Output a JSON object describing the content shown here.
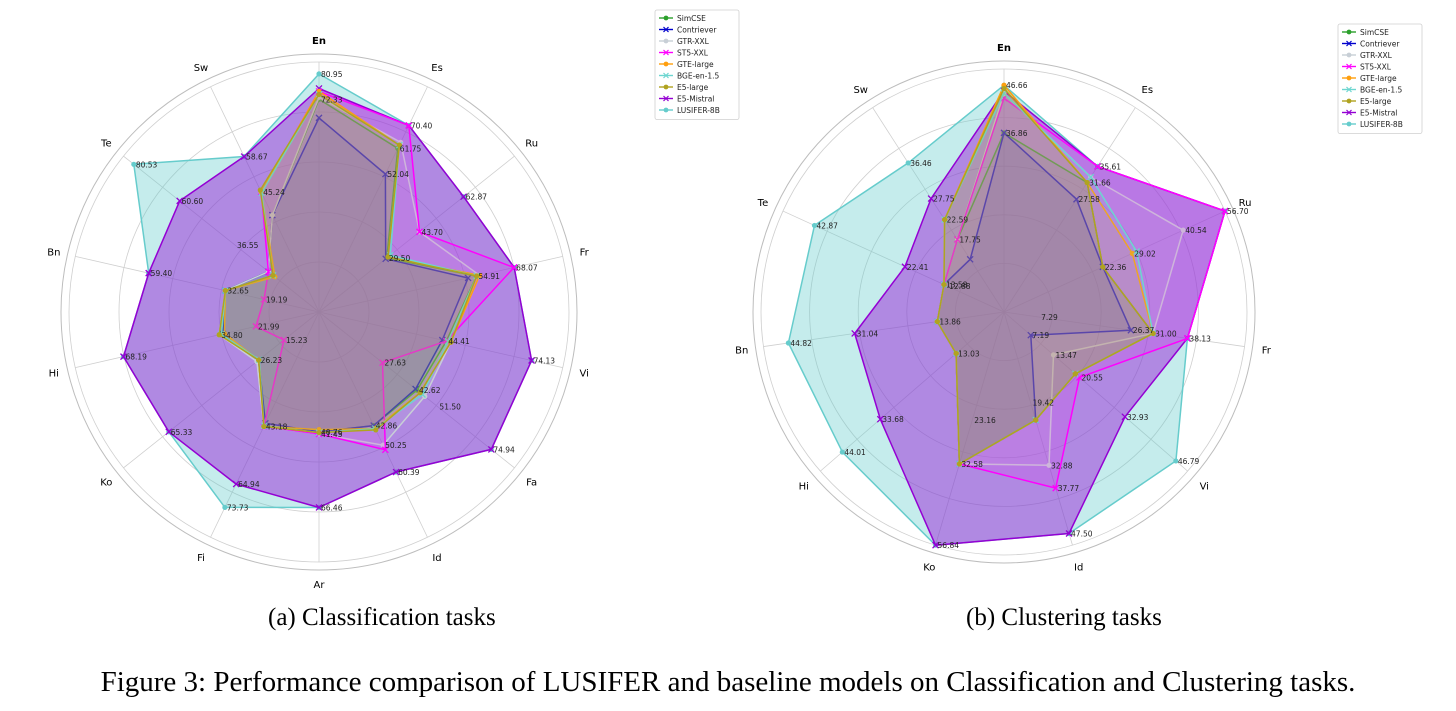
{
  "figure_caption": "Figure 3: Performance comparison of LUSIFER and baseline models on Classification and Clustering tasks.",
  "models": [
    {
      "name": "SimCSE",
      "color": "#2ca02c",
      "marker": "circle"
    },
    {
      "name": "Contriever",
      "color": "#0000cc",
      "marker": "x"
    },
    {
      "name": "GTR-XXL",
      "color": "#c8cfd6",
      "marker": "circle"
    },
    {
      "name": "ST5-XXL",
      "color": "#ff00ff",
      "marker": "x"
    },
    {
      "name": "GTE-large",
      "color": "#ff9f0e",
      "marker": "circle"
    },
    {
      "name": "BGE-en-1.5",
      "color": "#6dd6d0",
      "marker": "x"
    },
    {
      "name": "E5-large",
      "color": "#b0a320",
      "marker": "circle"
    },
    {
      "name": "E5-Mistral",
      "color": "#9400d3",
      "marker": "x"
    },
    {
      "name": "LUSIFER-8B",
      "color": "#66cccc",
      "marker": "circle"
    }
  ],
  "chart_data": [
    {
      "type": "radar",
      "title": "(a) Classification tasks",
      "categories": [
        "En",
        "Es",
        "Ru",
        "Fr",
        "Vi",
        "Fa",
        "Id",
        "Ar",
        "Fi",
        "Ko",
        "Hi",
        "Bn",
        "Te",
        "Sw"
      ],
      "rmax": 85,
      "grid_rings": 5,
      "series": [
        {
          "name": "SimCSE",
          "values": [
            72.33,
            61.75,
            29.5,
            54.91,
            44.41,
            42.62,
            42.86,
            40.76,
            43.18,
            26.23,
            34.8,
            32.65,
            21.99,
            36.55
          ]
        },
        {
          "name": "Contriever",
          "values": [
            66.0,
            52.04,
            29.0,
            52.0,
            43.0,
            42.0,
            42.86,
            40.76,
            42.0,
            26.23,
            33.5,
            32.65,
            21.99,
            36.55
          ]
        },
        {
          "name": "GTR-XXL",
          "values": [
            73.0,
            64.0,
            43.7,
            56.0,
            46.0,
            46.0,
            50.25,
            41.45,
            43.18,
            27.0,
            34.8,
            32.65,
            21.99,
            36.55
          ]
        },
        {
          "name": "ST5-XXL",
          "values": [
            75.0,
            70.4,
            43.7,
            68.0,
            44.41,
            27.63,
            52.0,
            41.45,
            43.18,
            15.23,
            21.99,
            19.19,
            21.99,
            45.24
          ]
        },
        {
          "name": "GTE-large",
          "values": [
            75.0,
            63.0,
            30.0,
            56.0,
            46.0,
            44.0,
            44.0,
            40.0,
            43.18,
            26.23,
            33.0,
            32.65,
            19.19,
            45.24
          ]
        },
        {
          "name": "BGE-en-1.5",
          "values": [
            74.0,
            63.0,
            31.0,
            55.0,
            45.0,
            45.0,
            44.0,
            41.0,
            43.0,
            26.0,
            34.0,
            32.65,
            20.0,
            45.0
          ]
        },
        {
          "name": "E5-large",
          "values": [
            74.0,
            63.0,
            30.0,
            55.0,
            46.0,
            44.0,
            44.5,
            41.0,
            43.18,
            26.23,
            34.8,
            32.65,
            20.0,
            46.0
          ]
        },
        {
          "name": "E5-Mistral",
          "values": [
            76.0,
            70.4,
            62.87,
            68.07,
            74.13,
            74.94,
            60.39,
            66.46,
            64.94,
            65.33,
            68.19,
            59.4,
            60.6,
            58.67
          ]
        },
        {
          "name": "LUSIFER-8B",
          "values": [
            80.95,
            70.4,
            62.87,
            68.07,
            74.13,
            74.94,
            60.39,
            66.46,
            73.73,
            65.33,
            68.19,
            59.4,
            80.53,
            58.67
          ]
        }
      ],
      "value_labels": [
        {
          "text": "80.95",
          "axis": 0,
          "r": 80.95
        },
        {
          "text": "72.33",
          "axis": 0,
          "r": 72.33
        },
        {
          "text": "70.40",
          "axis": 1,
          "r": 70.4
        },
        {
          "text": "61.75",
          "axis": 1,
          "r": 61.75
        },
        {
          "text": "52.04",
          "axis": 1,
          "r": 52.04
        },
        {
          "text": "62.87",
          "axis": 2,
          "r": 62.87
        },
        {
          "text": "43.70",
          "axis": 2,
          "r": 43.7
        },
        {
          "text": "29.50",
          "axis": 2,
          "r": 29.5
        },
        {
          "text": "68.07",
          "axis": 3,
          "r": 68.07
        },
        {
          "text": "54.91",
          "axis": 3,
          "r": 54.91
        },
        {
          "text": "74.13",
          "axis": 4,
          "r": 74.13
        },
        {
          "text": "44.41",
          "axis": 4,
          "r": 44.41
        },
        {
          "text": "74.94",
          "axis": 5,
          "r": 74.94
        },
        {
          "text": "51.50",
          "axis": 5,
          "r": 51.5
        },
        {
          "text": "42.62",
          "axis": 5,
          "r": 42.62
        },
        {
          "text": "27.63",
          "axis": 5,
          "r": 27.63
        },
        {
          "text": "60.39",
          "axis": 6,
          "r": 60.39
        },
        {
          "text": "50.25",
          "axis": 6,
          "r": 50.25
        },
        {
          "text": "42.86",
          "axis": 6,
          "r": 42.86
        },
        {
          "text": "66.46",
          "axis": 7,
          "r": 66.46
        },
        {
          "text": "41.45",
          "axis": 7,
          "r": 41.45
        },
        {
          "text": "40.76",
          "axis": 7,
          "r": 40.76
        },
        {
          "text": "73.73",
          "axis": 8,
          "r": 73.73
        },
        {
          "text": "64.94",
          "axis": 8,
          "r": 64.94
        },
        {
          "text": "43.18",
          "axis": 8,
          "r": 43.18
        },
        {
          "text": "65.33",
          "axis": 9,
          "r": 65.33
        },
        {
          "text": "26.23",
          "axis": 9,
          "r": 26.23
        },
        {
          "text": "15.23",
          "axis": 9,
          "r": 15.23
        },
        {
          "text": "68.19",
          "axis": 10,
          "r": 68.19
        },
        {
          "text": "34.80",
          "axis": 10,
          "r": 34.8
        },
        {
          "text": "21.99",
          "axis": 10,
          "r": 21.99
        },
        {
          "text": "59.40",
          "axis": 11,
          "r": 59.4
        },
        {
          "text": "32.65",
          "axis": 11,
          "r": 32.65
        },
        {
          "text": "19.19",
          "axis": 11,
          "r": 19.19
        },
        {
          "text": "80.53",
          "axis": 12,
          "r": 80.53
        },
        {
          "text": "60.60",
          "axis": 12,
          "r": 60.6
        },
        {
          "text": "36.55",
          "axis": 12,
          "r": 36.55
        },
        {
          "text": "58.67",
          "axis": 13,
          "r": 58.67
        },
        {
          "text": "45.24",
          "axis": 13,
          "r": 45.24
        }
      ]
    },
    {
      "type": "radar",
      "title": "(b) Clustering tasks",
      "categories": [
        "En",
        "Es",
        "Ru",
        "Fr",
        "Vi",
        "Id",
        "Ko",
        "Hi",
        "Bn",
        "Te",
        "Sw"
      ],
      "rmax": 50,
      "grid_rings": 5,
      "series": [
        {
          "name": "SimCSE",
          "values": [
            36.86,
            31.66,
            22.36,
            31.0,
            19.42,
            23.16,
            32.58,
            13.03,
            13.86,
            13.58,
            17.75
          ]
        },
        {
          "name": "Contriever",
          "values": [
            36.86,
            27.58,
            22.36,
            26.37,
            7.29,
            23.16,
            32.58,
            13.03,
            13.86,
            13.58,
            12.88
          ]
        },
        {
          "name": "GTR-XXL",
          "values": [
            45.0,
            33.0,
            40.54,
            31.0,
            13.47,
            32.88,
            32.58,
            13.03,
            13.86,
            13.58,
            17.75
          ]
        },
        {
          "name": "ST5-XXL",
          "values": [
            44.0,
            35.61,
            56.7,
            38.13,
            20.55,
            37.77,
            32.58,
            13.03,
            13.86,
            13.58,
            17.75
          ]
        },
        {
          "name": "GTE-large",
          "values": [
            46.66,
            31.66,
            29.02,
            31.0,
            19.42,
            23.16,
            32.58,
            13.03,
            13.86,
            13.58,
            22.59
          ]
        },
        {
          "name": "BGE-en-1.5",
          "values": [
            45.0,
            33.0,
            30.0,
            31.0,
            19.42,
            23.16,
            32.58,
            13.03,
            13.86,
            13.58,
            22.59
          ]
        },
        {
          "name": "E5-large",
          "values": [
            46.0,
            31.66,
            22.36,
            31.0,
            19.42,
            23.16,
            32.58,
            13.03,
            13.86,
            13.58,
            22.59
          ]
        },
        {
          "name": "E5-Mistral",
          "values": [
            45.5,
            35.61,
            56.7,
            38.13,
            32.93,
            47.5,
            56.84,
            33.68,
            31.04,
            22.41,
            27.75
          ]
        },
        {
          "name": "LUSIFER-8B",
          "values": [
            46.66,
            35.61,
            56.7,
            38.13,
            46.79,
            47.5,
            56.84,
            44.01,
            44.82,
            42.87,
            36.46
          ]
        }
      ],
      "value_labels": [
        {
          "text": "46.66",
          "axis": 0,
          "r": 46.66
        },
        {
          "text": "36.86",
          "axis": 0,
          "r": 36.86
        },
        {
          "text": "35.61",
          "axis": 1,
          "r": 35.61
        },
        {
          "text": "31.66",
          "axis": 1,
          "r": 31.66
        },
        {
          "text": "27.58",
          "axis": 1,
          "r": 27.58
        },
        {
          "text": "56.70",
          "axis": 2,
          "r": 56.7
        },
        {
          "text": "40.54",
          "axis": 2,
          "r": 40.54
        },
        {
          "text": "29.02",
          "axis": 2,
          "r": 29.02
        },
        {
          "text": "22.36",
          "axis": 2,
          "r": 22.36
        },
        {
          "text": "38.13",
          "axis": 3,
          "r": 38.13
        },
        {
          "text": "31.00",
          "axis": 3,
          "r": 31.0
        },
        {
          "text": "26.37",
          "axis": 3,
          "r": 26.37
        },
        {
          "text": "7.29",
          "axis": 3,
          "r": 7.29
        },
        {
          "text": "46.79",
          "axis": 4,
          "r": 46.79
        },
        {
          "text": "32.93",
          "axis": 4,
          "r": 32.93
        },
        {
          "text": "20.55",
          "axis": 4,
          "r": 20.55
        },
        {
          "text": "13.47",
          "axis": 4,
          "r": 13.47
        },
        {
          "text": "7.19",
          "axis": 4,
          "r": 7.19
        },
        {
          "text": "47.50",
          "axis": 5,
          "r": 47.5
        },
        {
          "text": "37.77",
          "axis": 5,
          "r": 37.77
        },
        {
          "text": "32.88",
          "axis": 5,
          "r": 32.88
        },
        {
          "text": "19.42",
          "axis": 5,
          "r": 19.42
        },
        {
          "text": "56.84",
          "axis": 6,
          "r": 56.84
        },
        {
          "text": "32.58",
          "axis": 6,
          "r": 32.58
        },
        {
          "text": "23.16",
          "axis": 6,
          "r": 23.16
        },
        {
          "text": "44.01",
          "axis": 7,
          "r": 44.01
        },
        {
          "text": "33.68",
          "axis": 7,
          "r": 33.68
        },
        {
          "text": "13.03",
          "axis": 7,
          "r": 13.03
        },
        {
          "text": "44.82",
          "axis": 8,
          "r": 44.82
        },
        {
          "text": "31.04",
          "axis": 8,
          "r": 31.04
        },
        {
          "text": "13.86",
          "axis": 8,
          "r": 13.86
        },
        {
          "text": "42.87",
          "axis": 9,
          "r": 42.87
        },
        {
          "text": "22.41",
          "axis": 9,
          "r": 22.41
        },
        {
          "text": "13.58",
          "axis": 9,
          "r": 13.58
        },
        {
          "text": "12.88",
          "axis": 9,
          "r": 12.88
        },
        {
          "text": "36.46",
          "axis": 10,
          "r": 36.46
        },
        {
          "text": "27.75",
          "axis": 10,
          "r": 27.75
        },
        {
          "text": "22.59",
          "axis": 10,
          "r": 22.59
        },
        {
          "text": "17.75",
          "axis": 10,
          "r": 17.75
        }
      ]
    }
  ]
}
